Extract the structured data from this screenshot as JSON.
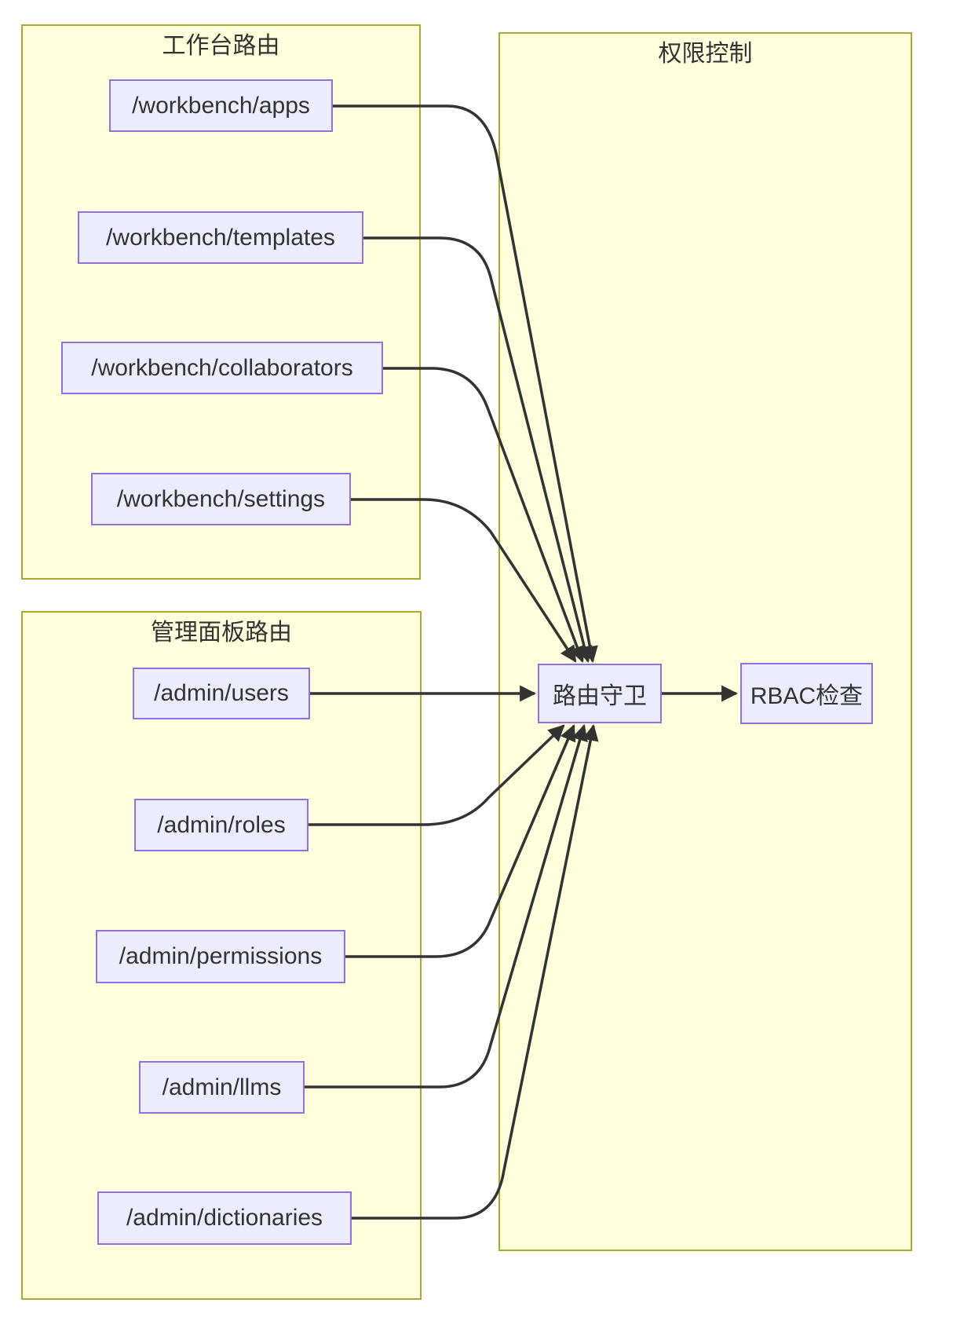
{
  "diagram": {
    "type": "flowchart",
    "direction": "LR",
    "colors": {
      "node_fill": "#ECECFF",
      "node_border": "#9370DB",
      "cluster_fill": "#FFFFDE",
      "cluster_border": "#AAAA33",
      "edge": "#333333",
      "text": "#333333"
    },
    "clusters": {
      "workbench": {
        "title": "工作台路由",
        "nodes": [
          {
            "id": "wb-apps",
            "label": "/workbench/apps"
          },
          {
            "id": "wb-templates",
            "label": "/workbench/templates"
          },
          {
            "id": "wb-collaborators",
            "label": "/workbench/collaborators"
          },
          {
            "id": "wb-settings",
            "label": "/workbench/settings"
          }
        ]
      },
      "admin": {
        "title": "管理面板路由",
        "nodes": [
          {
            "id": "ad-users",
            "label": "/admin/users"
          },
          {
            "id": "ad-roles",
            "label": "/admin/roles"
          },
          {
            "id": "ad-permissions",
            "label": "/admin/permissions"
          },
          {
            "id": "ad-llms",
            "label": "/admin/llms"
          },
          {
            "id": "ad-dictionaries",
            "label": "/admin/dictionaries"
          }
        ]
      },
      "permission": {
        "title": "权限控制",
        "nodes": [
          {
            "id": "guard",
            "label": "路由守卫"
          },
          {
            "id": "rbac",
            "label": "RBAC检查"
          }
        ]
      }
    },
    "edges": [
      {
        "from": "/workbench/apps",
        "to": "路由守卫"
      },
      {
        "from": "/workbench/templates",
        "to": "路由守卫"
      },
      {
        "from": "/workbench/collaborators",
        "to": "路由守卫"
      },
      {
        "from": "/workbench/settings",
        "to": "路由守卫"
      },
      {
        "from": "/admin/users",
        "to": "路由守卫"
      },
      {
        "from": "/admin/roles",
        "to": "路由守卫"
      },
      {
        "from": "/admin/permissions",
        "to": "路由守卫"
      },
      {
        "from": "/admin/llms",
        "to": "路由守卫"
      },
      {
        "from": "/admin/dictionaries",
        "to": "路由守卫"
      },
      {
        "from": "路由守卫",
        "to": "RBAC检查"
      }
    ]
  }
}
